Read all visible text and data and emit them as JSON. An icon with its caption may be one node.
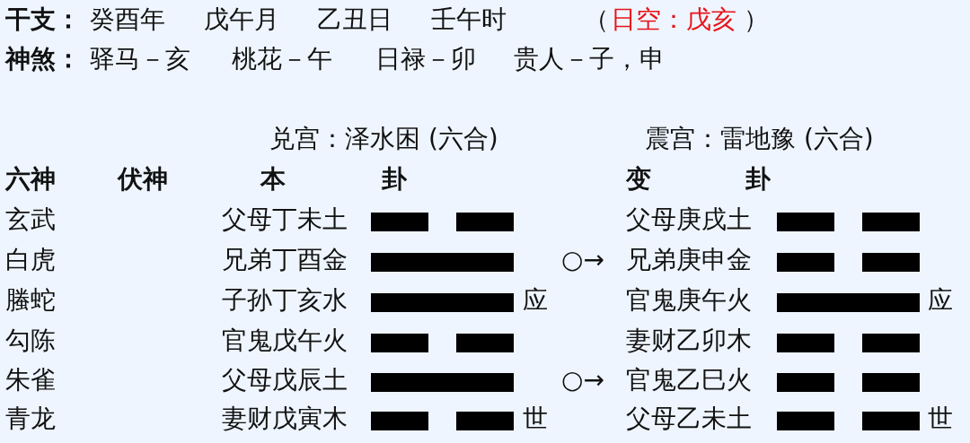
{
  "diagram": {
    "labels": [
      "干支：",
      "癸酉年",
      "戊午月",
      "乙丑日",
      "壬午时",
      "（",
      "日空：戊亥",
      "）",
      "神煞：",
      "驿马－亥",
      "桃花－午",
      "日禄－卯",
      "贵人－子，申",
      "兑宫：泽水困 (六合)",
      "震宫：雷地豫 (六合)",
      "六神",
      "伏神",
      "本",
      "卦",
      "变",
      "卦",
      "玄武",
      "父母丁未土",
      "父母庚戌土",
      "白虎",
      "兄弟丁酉金",
      "○→",
      "兄弟庚申金",
      "螣蛇",
      "子孙丁亥水",
      "应",
      "官鬼庚午火",
      "应",
      "勾陈",
      "官鬼戊午火",
      "妻财乙卯木",
      "朱雀",
      "父母戊辰土",
      "○→",
      "官鬼乙巳火",
      "青龙",
      "妻财戊寅木",
      "世",
      "父母乙未土",
      "世"
    ]
  }
}
